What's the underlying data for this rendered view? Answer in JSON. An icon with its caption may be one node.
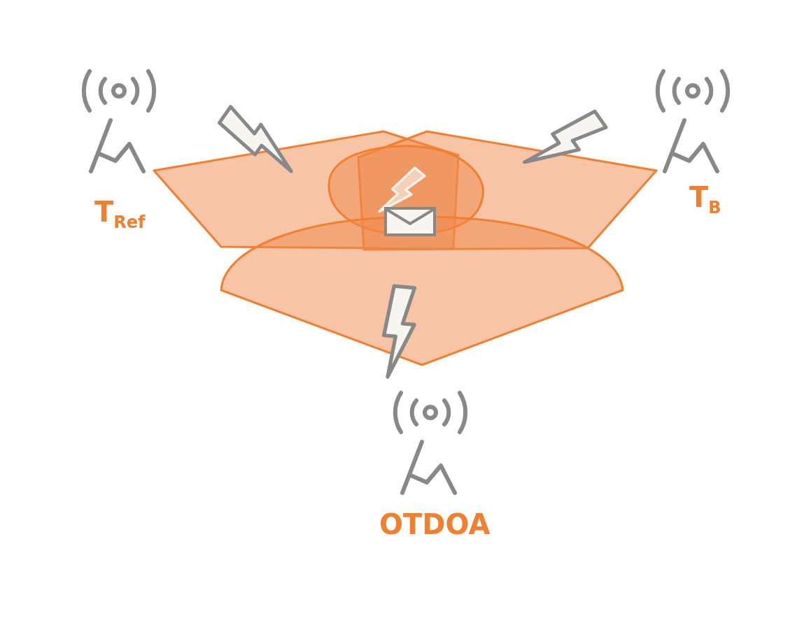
{
  "diagram": {
    "labels": [
      "T$_{Ref}$",
      "T$_{B}$",
      "OTDOA"
    ]
  }
}
